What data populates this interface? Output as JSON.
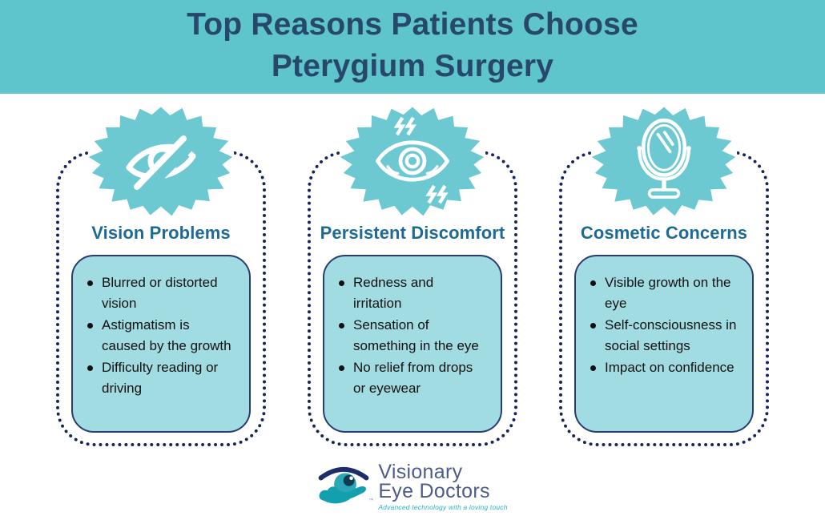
{
  "header": {
    "title_line1": "Top Reasons Patients Choose",
    "title_line2": "Pterygium Surgery"
  },
  "columns": [
    {
      "icon": "eye-crossed-icon",
      "title": "Vision Problems",
      "bullets": [
        "Blurred or distorted\nvision",
        "Astigmatism is\ncaused by the growth",
        "Difficulty reading or\ndriving"
      ]
    },
    {
      "icon": "irritated-eye-icon",
      "title": "Persistent Discomfort",
      "bullets": [
        "Redness and\nirritation",
        "Sensation of\nsomething in the eye",
        "No relief from drops\nor eyewear"
      ]
    },
    {
      "icon": "mirror-icon",
      "title": "Cosmetic Concerns",
      "bullets": [
        "Visible growth on the\neye",
        "Self-consciousness in\nsocial settings",
        "Impact on confidence"
      ]
    }
  ],
  "footer": {
    "logo_name_line1": "Visionary",
    "logo_name_line2": "Eye Doctors",
    "tagline": "Advanced technology with a loving touch",
    "trademark": "™"
  },
  "colors": {
    "header_bg": "#5ec5cc",
    "starburst": "#6cc9d1",
    "box_fill": "#a2dce3",
    "box_border": "#2a3c6f",
    "dotted_border": "#16265c",
    "header_text": "#27476b",
    "title_text": "#1d6b94",
    "body_text": "#111111",
    "logo_text": "#4e5b8b",
    "logo_tagline": "#29b3c1",
    "logo_navy": "#1b2e6b",
    "logo_teal": "#12a0af",
    "logo_iris": "#2ca7b6"
  }
}
